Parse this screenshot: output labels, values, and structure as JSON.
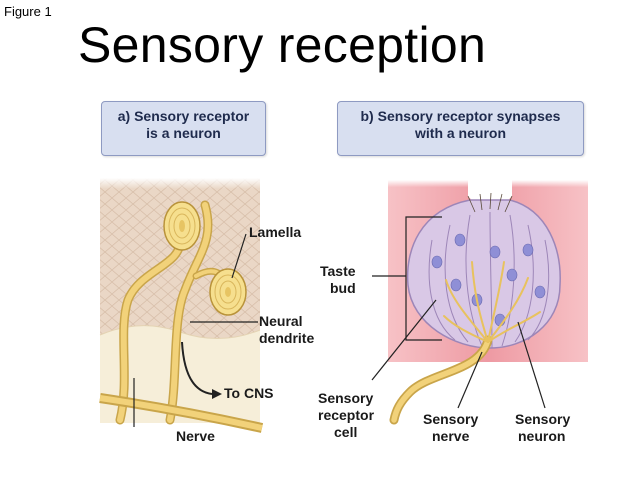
{
  "figure_label": "Figure 1",
  "title": "Sensory reception",
  "panel_a": {
    "caption_line1": "a) Sensory receptor",
    "caption_line2": "is a neuron",
    "labels": {
      "lamella": "Lamella",
      "neural_line1": "Neural",
      "neural_line2": "dendrite",
      "to_cns": "To CNS",
      "nerve": "Nerve"
    }
  },
  "panel_b": {
    "caption_line1": "b) Sensory receptor synapses",
    "caption_line2": "with a neuron",
    "labels": {
      "taste_line1": "Taste",
      "taste_line2": "bud",
      "receptor_line1": "Sensory",
      "receptor_line2": "receptor",
      "receptor_line3": "cell",
      "snerve_line1": "Sensory",
      "snerve_line2": "nerve",
      "sneuron_line1": "Sensory",
      "sneuron_line2": "neuron"
    }
  },
  "colors": {
    "skin": "#e8d2c0",
    "dendrite": "#f2d27a",
    "lamella": "#f6df8e",
    "tongue": "#f2a7ad",
    "bud": "#d9c8e6",
    "nucleus": "#8f8fd6"
  }
}
